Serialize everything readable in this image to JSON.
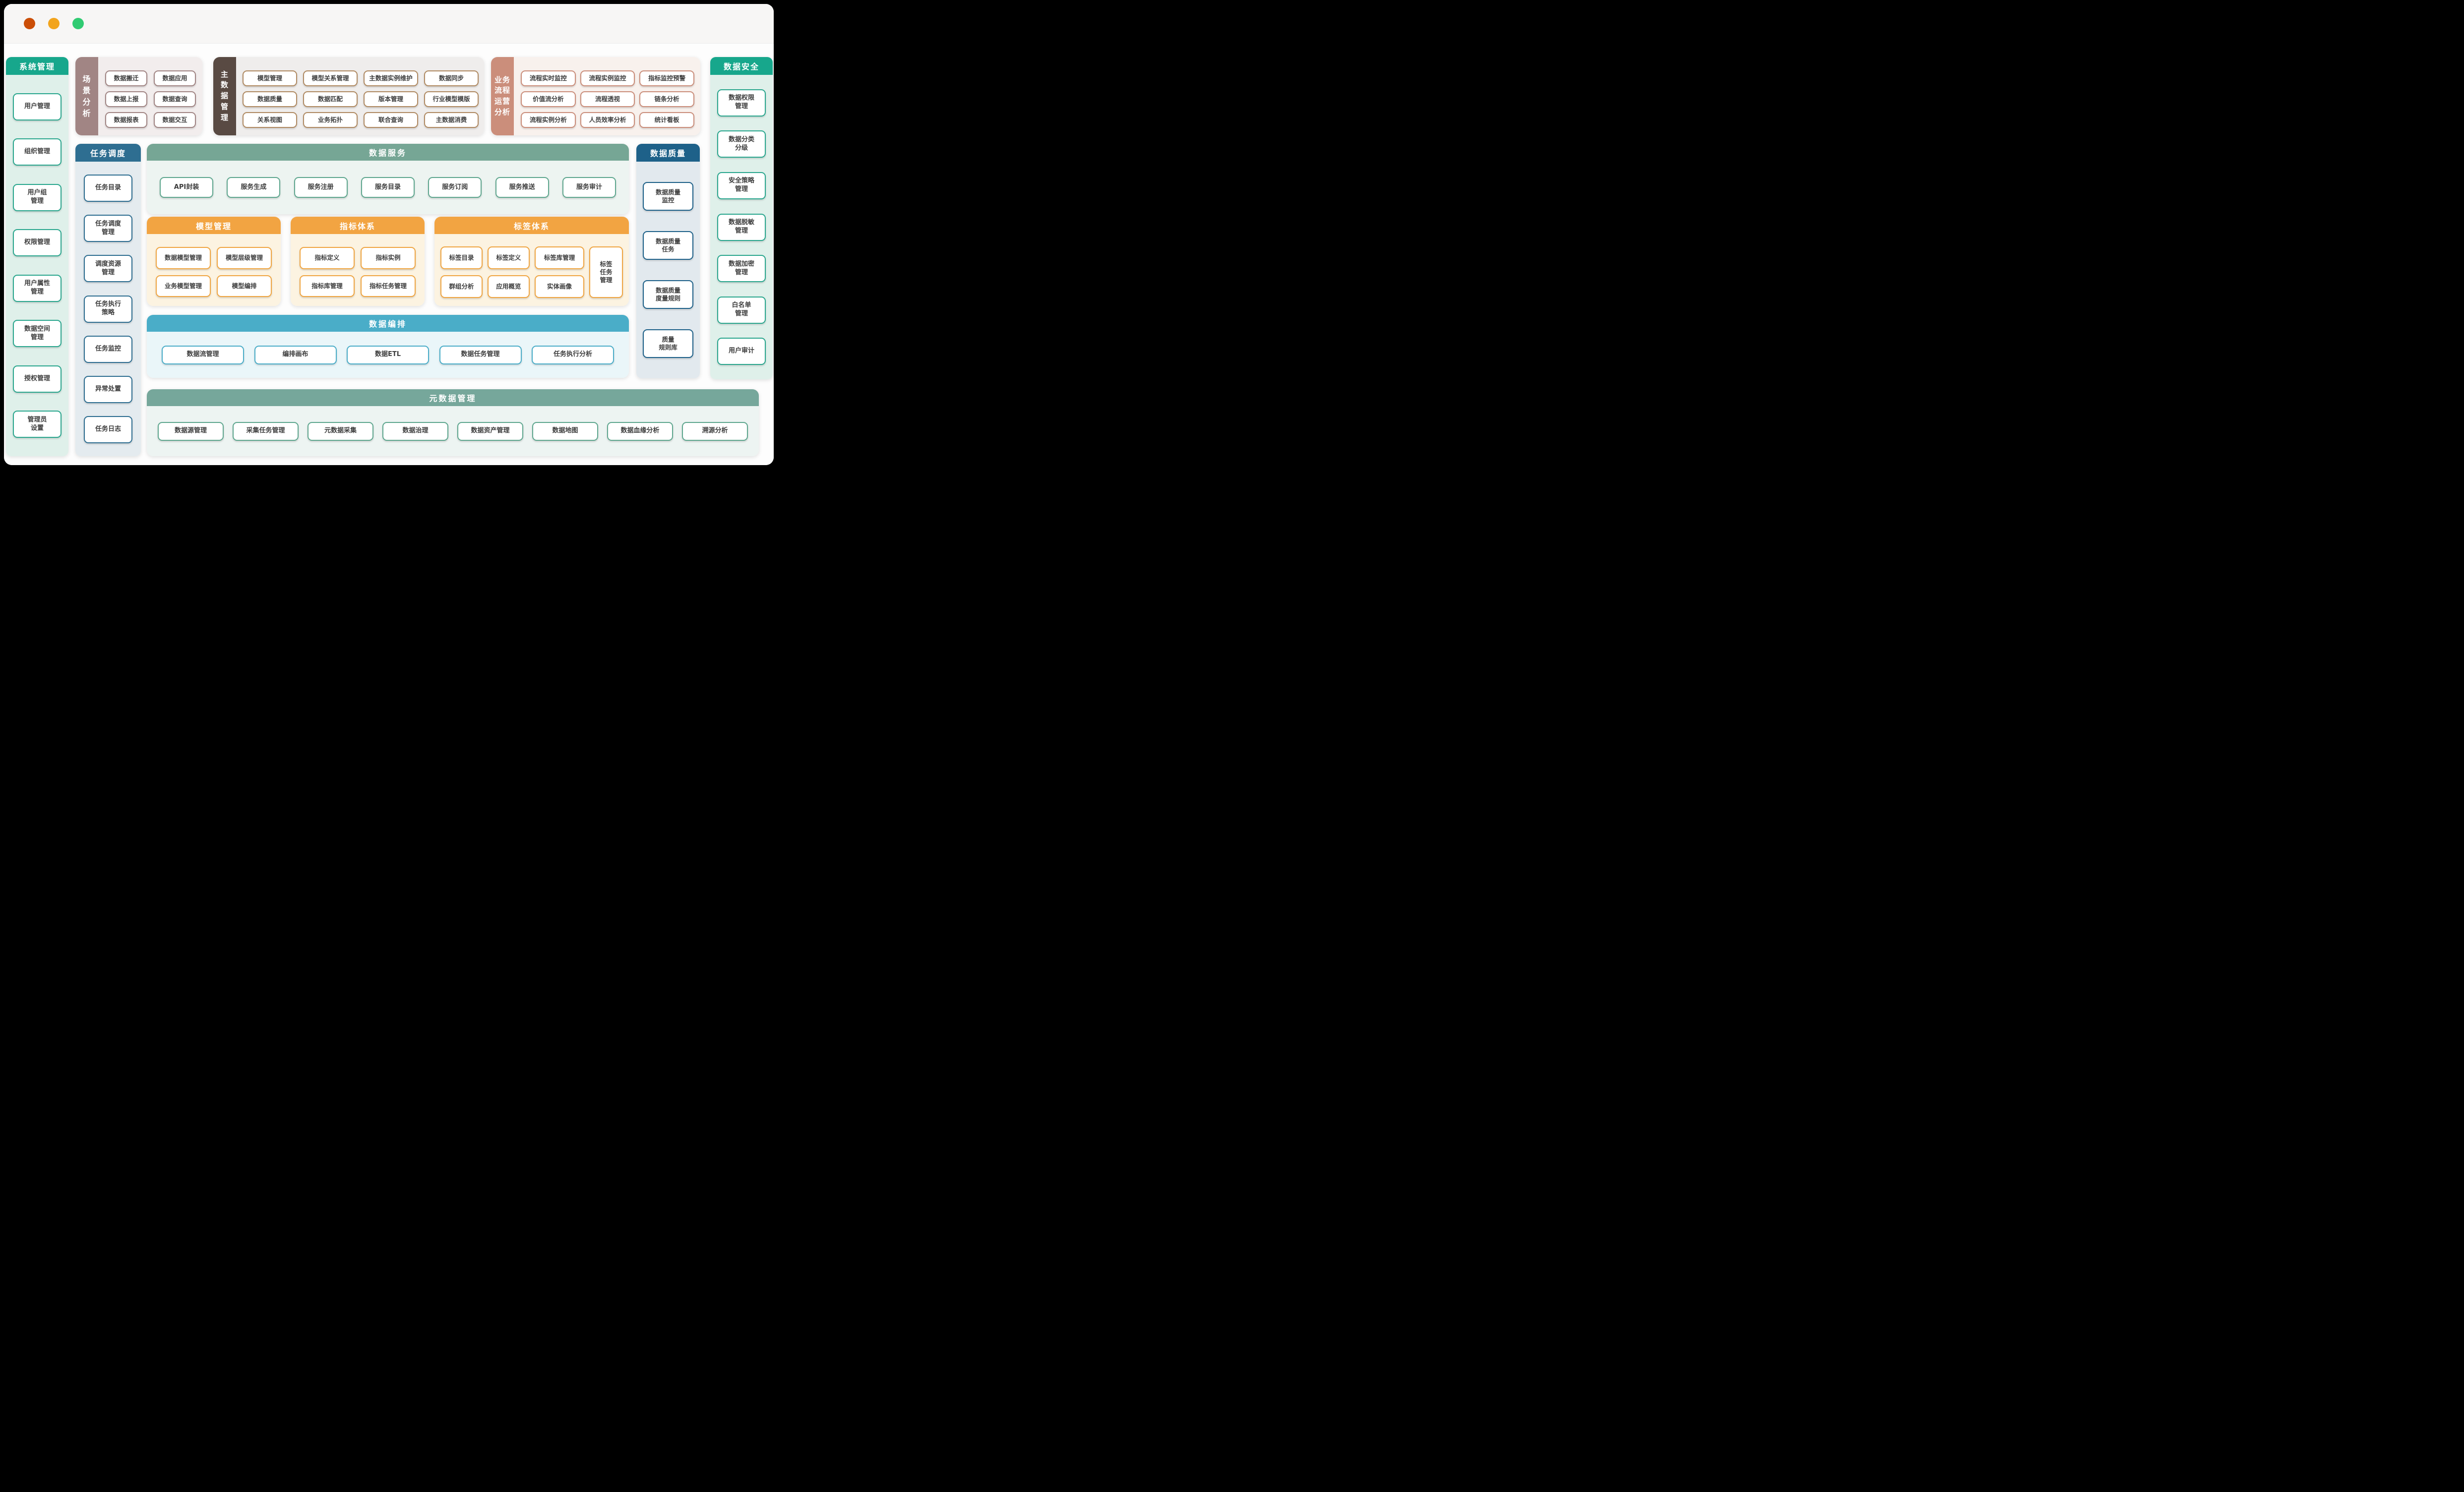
{
  "window": {
    "controls": {
      "close": "close",
      "minimize": "minimize",
      "maximize": "maximize"
    }
  },
  "colors": {
    "teal": "#17a78c",
    "steel_blue": "#2e6e91",
    "navy_blue": "#1e6189",
    "sage_green": "#76a695",
    "orange": "#f2a442",
    "cyan": "#4aadc8",
    "mauve": "#a18584",
    "dark_brown": "#594a43",
    "salmon": "#cb8e7b",
    "traffic_red": "#cb4e07",
    "traffic_yellow": "#f2a41c",
    "traffic_green": "#30cb72"
  },
  "sections": {
    "system": {
      "title": "系统管理",
      "items": [
        "用户管理",
        "组织管理",
        "用户组\n管理",
        "权限管理",
        "用户属性\n管理",
        "数据空间\n管理",
        "授权管理",
        "管理员\n设置"
      ]
    },
    "scene": {
      "title": "场景分析",
      "title_vertical": "场\n景\n分\n析",
      "items": [
        "数据搬迁",
        "数据应用",
        "数据上报",
        "数据查询",
        "数据报表",
        "数据交互"
      ]
    },
    "master": {
      "title": "主数据管理",
      "title_vertical": "主\n数\n据\n管\n理",
      "items": [
        "模型管理",
        "模型关系管理",
        "主数据实例维护",
        "数据同步",
        "数据质量",
        "数据匹配",
        "版本管理",
        "行业模型模版",
        "关系视图",
        "业务拓扑",
        "联合查询",
        "主数据消费"
      ]
    },
    "bpm": {
      "title": "业务流程运营分析",
      "title_vertical": "业务\n流程\n运营\n分析",
      "items": [
        "流程实时监控",
        "流程实例监控",
        "指标监控预警",
        "价值流分析",
        "流程透视",
        "链条分析",
        "流程实例分析",
        "人员效率分析",
        "统计看板"
      ]
    },
    "security": {
      "title": "数据安全",
      "items": [
        "数据权限\n管理",
        "数据分类\n分级",
        "安全策略\n管理",
        "数据脱敏\n管理",
        "数据加密\n管理",
        "白名单\n管理",
        "用户审计"
      ]
    },
    "scheduler": {
      "title": "任务调度",
      "items": [
        "任务目录",
        "任务调度\n管理",
        "调度资源\n管理",
        "任务执行\n策略",
        "任务监控",
        "异常处置",
        "任务日志"
      ]
    },
    "services": {
      "title": "数据服务",
      "items": [
        "API封装",
        "服务生成",
        "服务注册",
        "服务目录",
        "服务订阅",
        "服务推送",
        "服务审计"
      ]
    },
    "model": {
      "title": "模型管理",
      "items": [
        "数据模型管理",
        "模型层级管理",
        "业务模型管理",
        "模型编排"
      ]
    },
    "metrics": {
      "title": "指标体系",
      "items": [
        "指标定义",
        "指标实例",
        "指标库管理",
        "指标任务管理"
      ]
    },
    "tags": {
      "title": "标签体系",
      "items": [
        "标签目录",
        "标签定义",
        "标签库管理",
        "群组分析",
        "应用概览",
        "实体画像"
      ],
      "tall_item": "标签\n任务\n管理"
    },
    "orchestration": {
      "title": "数据编排",
      "items": [
        "数据流管理",
        "编排画布",
        "数据ETL",
        "数据任务管理",
        "任务执行分析"
      ]
    },
    "quality": {
      "title": "数据质量",
      "items": [
        "数据质量\n监控",
        "数据质量\n任务",
        "数据质量\n度量规则",
        "质量\n规则库"
      ]
    },
    "metadata": {
      "title": "元数据管理",
      "items": [
        "数据源管理",
        "采集任务管理",
        "元数据采集",
        "数据治理",
        "数据资产管理",
        "数据地图",
        "数据血缘分析",
        "溯源分析"
      ]
    }
  }
}
